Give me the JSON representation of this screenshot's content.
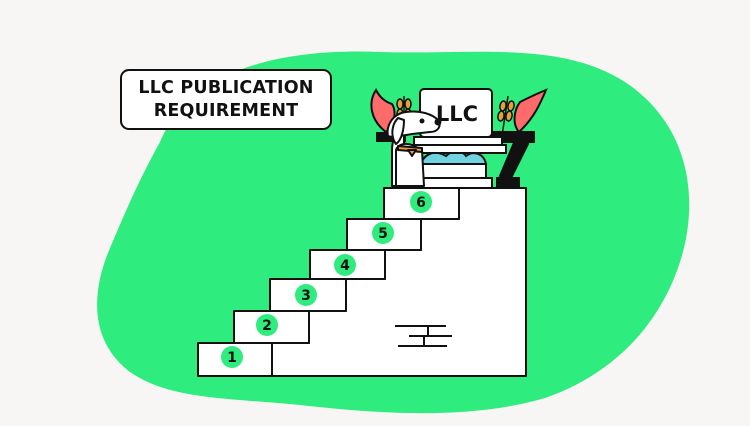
{
  "title": {
    "line1": "LLC PUBLICATION",
    "line2": "REQUIREMENT"
  },
  "pedestal": {
    "sign_text": "LLC"
  },
  "steps": [
    "1",
    "2",
    "3",
    "4",
    "5",
    "6"
  ],
  "colors": {
    "background": "#f7f6f5",
    "blob": "#2fec7e",
    "flame": "#ff6b6b",
    "pedestal_blue": "#6fd4df",
    "collar": "#f39a3c",
    "wheat": "#e8a13a"
  },
  "icons": [
    "dog-icon",
    "flame-icon",
    "wheat-icon",
    "brick-icon"
  ]
}
